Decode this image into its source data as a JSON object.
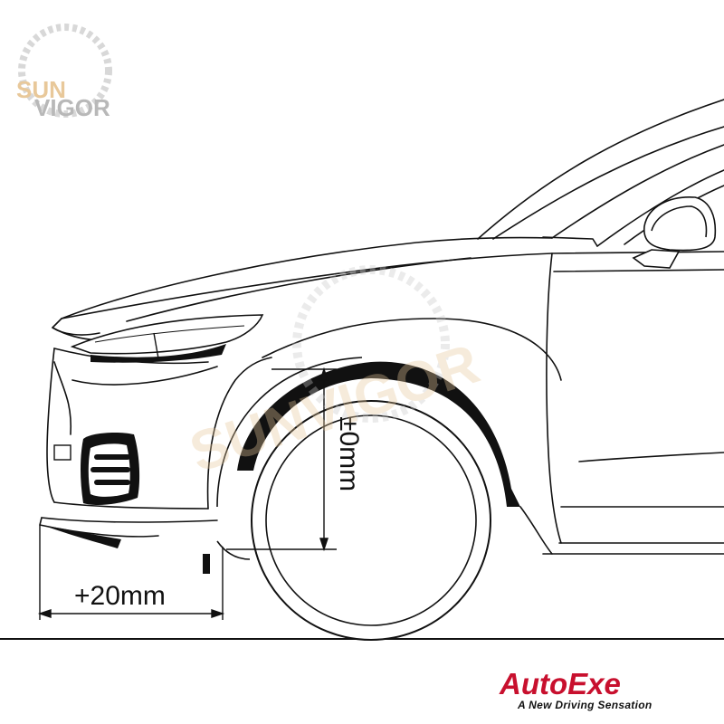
{
  "watermark": {
    "line1": "SUN",
    "line2": "VIGOR",
    "overlay": "SUNVIGOR",
    "color_primary": "#e8c89a",
    "color_secondary": "#b8b8b8"
  },
  "dimensions": {
    "overhang_extension": "+20mm",
    "height_change": "±0mm"
  },
  "brand": {
    "name": "AutoExe",
    "tagline": "A New Driving Sensation",
    "color": "#c8102e"
  },
  "colors": {
    "line": "#111111",
    "background": "#ffffff"
  }
}
